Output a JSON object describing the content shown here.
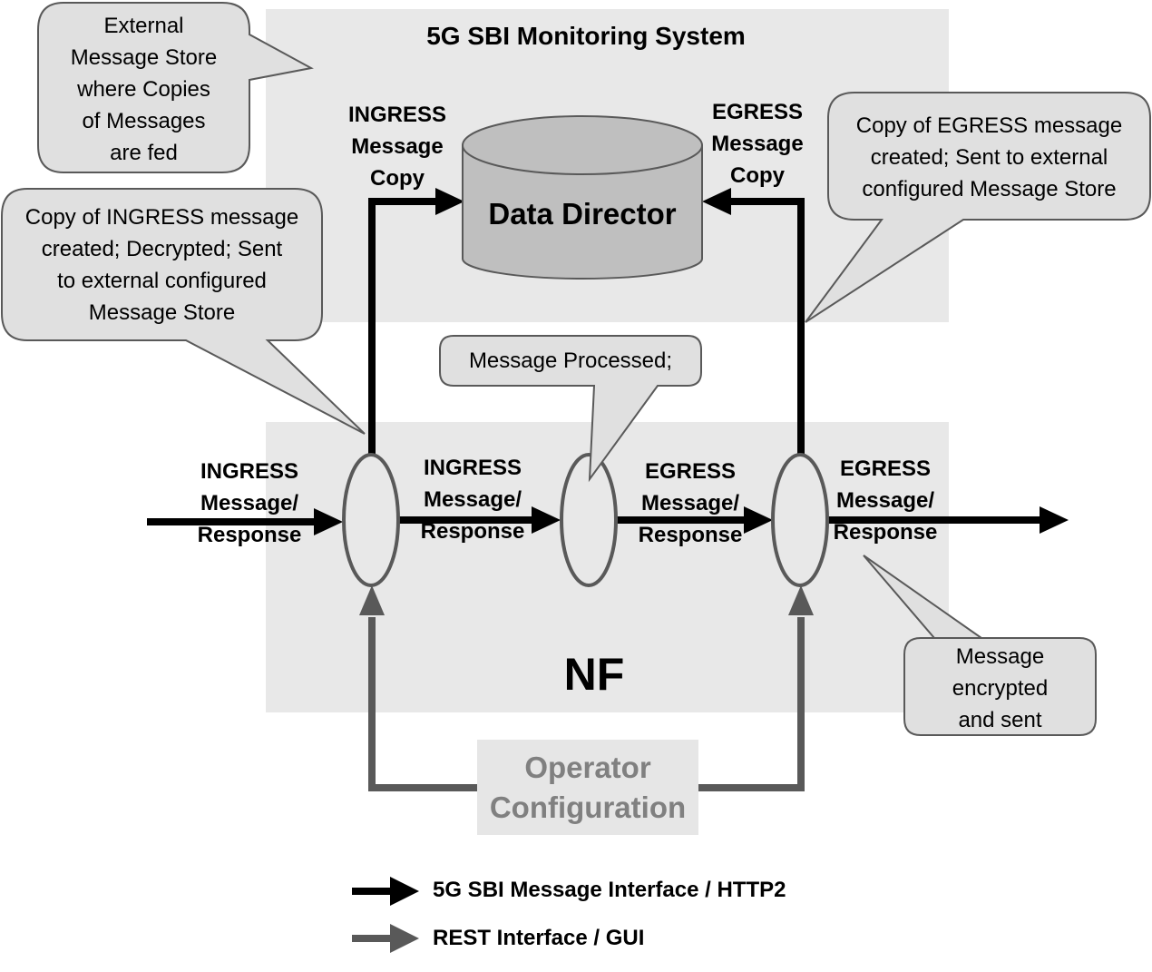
{
  "system_title": "5G SBI Monitoring System",
  "data_director": "Data Director",
  "nf_label": "NF",
  "operator_config": [
    "Operator",
    "Configuration"
  ],
  "flow_labels": {
    "ingress_copy": [
      "INGRESS",
      "Message",
      "Copy"
    ],
    "egress_copy": [
      "EGRESS",
      "Message",
      "Copy"
    ],
    "ingress_in": [
      "INGRESS",
      "Message/",
      "Response"
    ],
    "ingress_mid": [
      "INGRESS",
      "Message/",
      "Response"
    ],
    "egress_mid": [
      "EGRESS",
      "Message/",
      "Response"
    ],
    "egress_out": [
      "EGRESS",
      "Message/",
      "Response"
    ]
  },
  "callouts": {
    "external_store": [
      "External",
      "Message Store",
      "where Copies",
      "of Messages",
      "are fed"
    ],
    "ingress_copy": [
      "Copy of INGRESS message",
      "created; Decrypted; Sent",
      "to external configured",
      "Message Store"
    ],
    "egress_copy": [
      "Copy of EGRESS message",
      "created; Sent to external",
      "configured Message Store"
    ],
    "processed": [
      "Message Processed;"
    ],
    "encrypted": [
      "Message",
      "encrypted",
      "and sent"
    ]
  },
  "legend": [
    {
      "label": "5G SBI Message Interface / HTTP2",
      "color": "#000000"
    },
    {
      "label": "REST Interface / GUI",
      "color": "#595959"
    }
  ],
  "colors": {
    "panel": "#e8e8e8",
    "callout_fill": "#e0e0e0",
    "cylinder": "#bfbfbf",
    "message_line": "#000000",
    "rest_line": "#595959",
    "operator_box": "#e6e6e6"
  }
}
